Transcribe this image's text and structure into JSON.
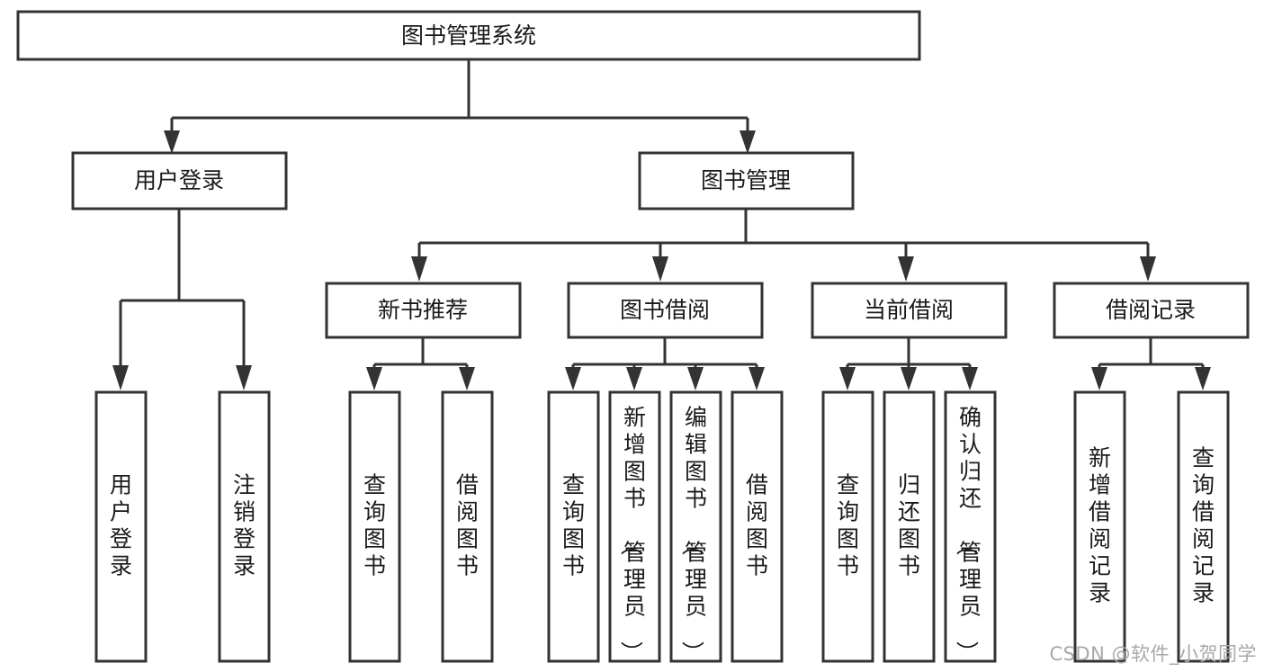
{
  "diagram": {
    "type": "tree",
    "title": "图书管理系统",
    "orientation": "top-down",
    "edge_style": "orthogonal-arrow",
    "colors": {
      "stroke": "#333333",
      "fill": "#ffffff",
      "text": "#1a1a1a",
      "watermark": "#a8a8a8"
    },
    "root": {
      "label": "图书管理系统"
    },
    "level2": [
      {
        "label": "用户登录"
      },
      {
        "label": "图书管理"
      }
    ],
    "level3": [
      {
        "label": "新书推荐"
      },
      {
        "label": "图书借阅"
      },
      {
        "label": "当前借阅"
      },
      {
        "label": "借阅记录"
      }
    ],
    "leaves": {
      "user_login": [
        {
          "label": "用户登录"
        },
        {
          "label": "注销登录"
        }
      ],
      "new_book_recommend": [
        {
          "label": "查询图书"
        },
        {
          "label": "借阅图书"
        }
      ],
      "book_borrow": [
        {
          "label": "查询图书"
        },
        {
          "label": "新增图书（管理员）"
        },
        {
          "label": "编辑图书（管理员）"
        },
        {
          "label": "借阅图书"
        }
      ],
      "current_borrow": [
        {
          "label": "查询图书"
        },
        {
          "label": "归还图书"
        },
        {
          "label": "确认归还（管理员）"
        }
      ],
      "borrow_record": [
        {
          "label": "新增借阅记录"
        },
        {
          "label": "查询借阅记录"
        }
      ]
    }
  },
  "watermark": {
    "text": "CSDN @软件_小贺同学"
  }
}
